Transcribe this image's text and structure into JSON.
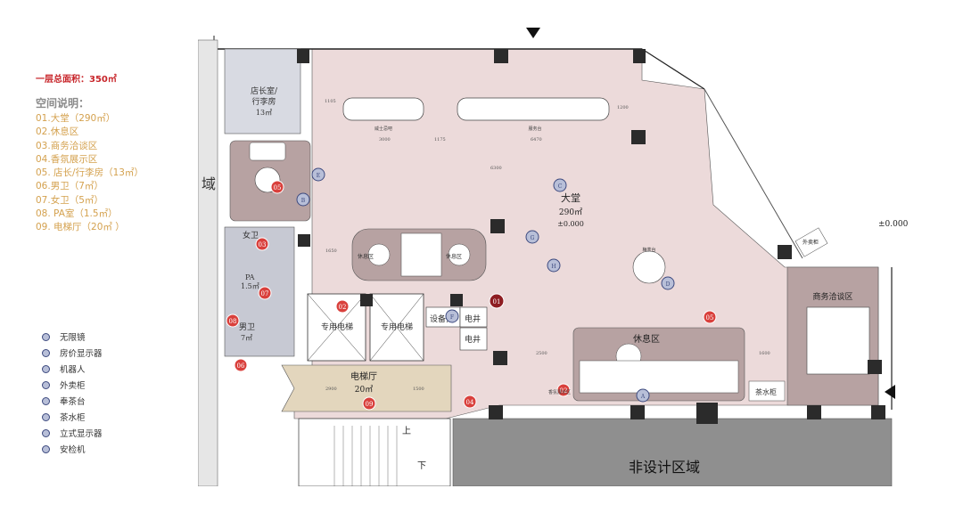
{
  "left_panel": {
    "total_area": "一层总面积：350㎡",
    "space_title": "空间说明：",
    "spaces": [
      "01.大堂（290㎡）",
      "02.休息区",
      "03.商务洽谈区",
      "04.香氛展示区",
      "05. 店长/行李房（13㎡）",
      "06.男卫（7㎡）",
      "07.女卫（5㎡）",
      "08. PA室（1.5㎡）",
      "09. 电梯厅（20㎡ ）"
    ],
    "legend": [
      "无限镜",
      "房价显示器",
      "机器人",
      "外卖柜",
      "奉茶台",
      "茶水柜",
      "立式显示器",
      "安检机"
    ]
  },
  "plan": {
    "rooms": {
      "lobby_name": "大堂",
      "lobby_area": "290㎡",
      "lobby_level": "±0.000",
      "right_level": "±0.000",
      "manager_room": [
        "店长室/",
        "行李房",
        "13㎡"
      ],
      "female_wc": "女卫",
      "pa_room": [
        "PA",
        "1.5㎡"
      ],
      "male_wc": [
        "男卫",
        "7㎡"
      ],
      "elevator_a": "专用电梯",
      "elevator_b": "专用电梯",
      "elevator_hall": [
        "电梯厅",
        "20㎡"
      ],
      "equipment": "设备井",
      "elec_1": "电井",
      "elec_2": "电井",
      "rest_zone_1": "休息区",
      "rest_zone_2": "休息区",
      "lounge": "休息区",
      "business": "商务洽谈区",
      "tea_cabinet": "茶水柜",
      "non_design": "非设计区域",
      "up": "上",
      "down": "下",
      "left_edge": "域",
      "takeout": "外卖柜",
      "fragrance_label": "香氛展示区",
      "fortune_table": "梅茶台",
      "service_desk": "服务台",
      "welcome_bar": "威士忌吧"
    },
    "dimensions": [
      "1105",
      "3000",
      "1175",
      "6470",
      "1200",
      "6300",
      "1650",
      "2500",
      "1600",
      "2900",
      "1500"
    ],
    "red_markers": [
      "01",
      "02",
      "03",
      "04",
      "05",
      "06",
      "07",
      "08",
      "09",
      "05",
      "02"
    ],
    "blue_markers": [
      "E",
      "B",
      "G",
      "H",
      "C",
      "D",
      "A",
      "F"
    ],
    "colors": {
      "lobby": "#ecdada",
      "lounge": "#b7a2a2",
      "elevator_hall": "#e3d6bd",
      "wc": "#c7c9d3",
      "column": "#2b2b2b",
      "red_marker": "#d9403c",
      "blue_marker": "#b8bfd8",
      "dark_red_marker": "#8e1d22",
      "non_design": "#8f8f8f"
    }
  }
}
